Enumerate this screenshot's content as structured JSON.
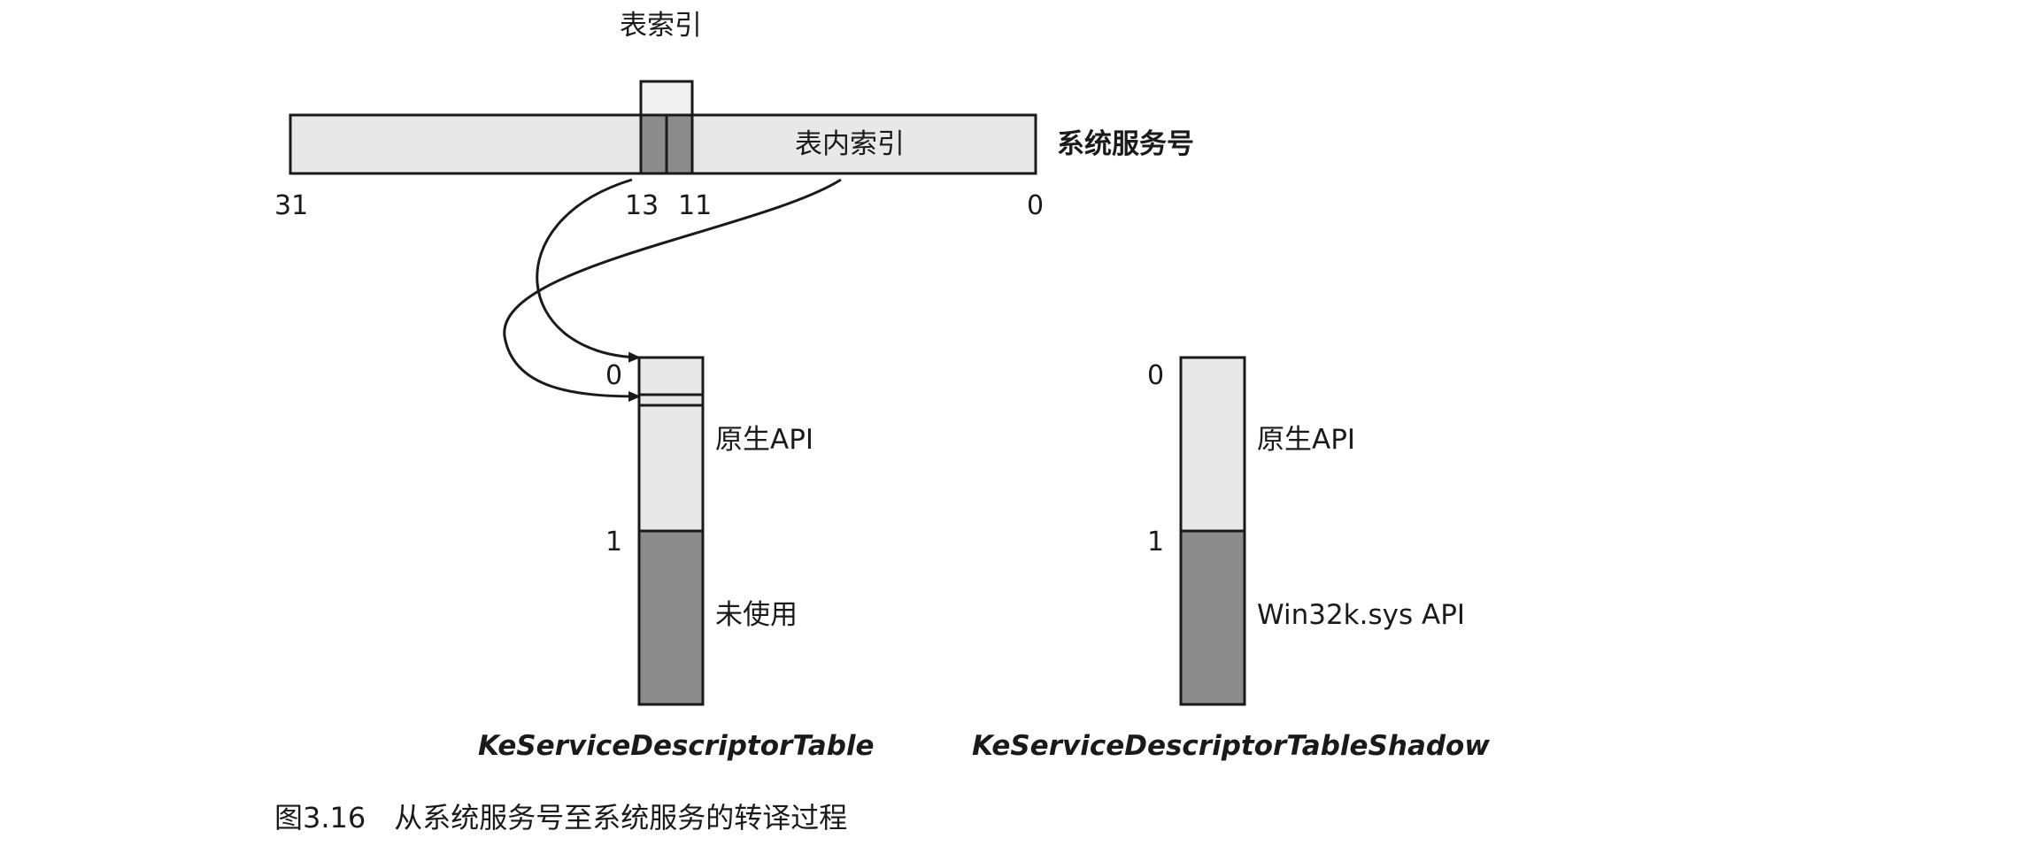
{
  "register": {
    "table_index_label": "表索引",
    "in_table_index_label": "表内索引",
    "service_number_label": "系统服务号",
    "bit_labels": [
      "31",
      "13",
      "11",
      "0"
    ]
  },
  "tables": [
    {
      "name": "KeServiceDescriptorTable",
      "row_labels": [
        "0",
        "1"
      ],
      "sections": [
        "原生API",
        "未使用"
      ]
    },
    {
      "name": "KeServiceDescriptorTableShadow",
      "row_labels": [
        "0",
        "1"
      ],
      "sections": [
        "原生API",
        "Win32k.sys API"
      ]
    }
  ],
  "caption": "图3.16　从系统服务号至系统服务的转译过程",
  "colors": {
    "light_fill": "#e8e8e8",
    "dark_fill": "#8c8c8c",
    "stroke": "#1a1a1a"
  }
}
